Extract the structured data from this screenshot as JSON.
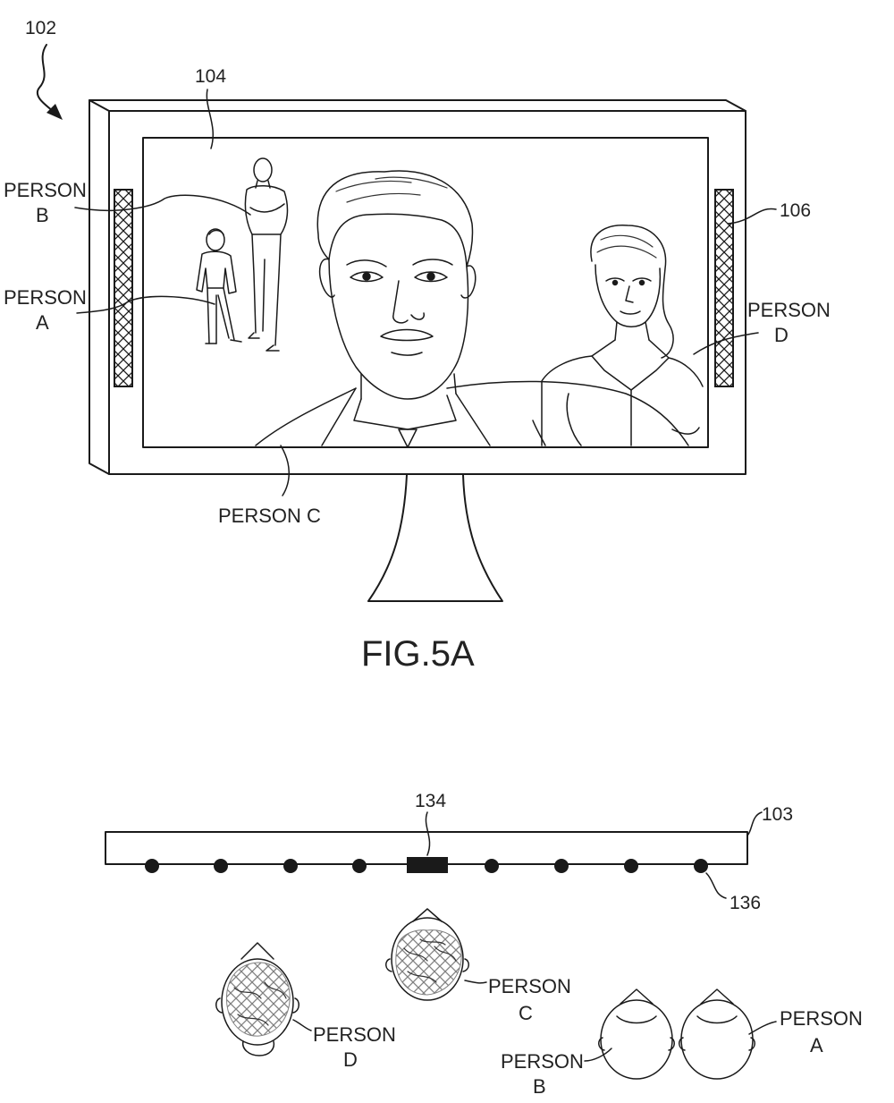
{
  "fig5a": {
    "figure_label": "FIG.5A",
    "ref_device": "102",
    "ref_screen": "104",
    "ref_lights": "106",
    "person_a": [
      "PERSON",
      "A"
    ],
    "person_b": [
      "PERSON",
      "B"
    ],
    "person_c": "PERSON C",
    "person_d": [
      "PERSON",
      "D"
    ]
  },
  "fig5b": {
    "ref_bar": "103",
    "ref_camera": "134",
    "ref_mic": "136",
    "person_a": [
      "PERSON",
      "A"
    ],
    "person_b": [
      "PERSON",
      "B"
    ],
    "person_c": [
      "PERSON",
      "C"
    ],
    "person_d": [
      "PERSON",
      "D"
    ]
  },
  "colors": {
    "line": "#1a1a1a",
    "text": "#222222",
    "background": "#ffffff"
  }
}
